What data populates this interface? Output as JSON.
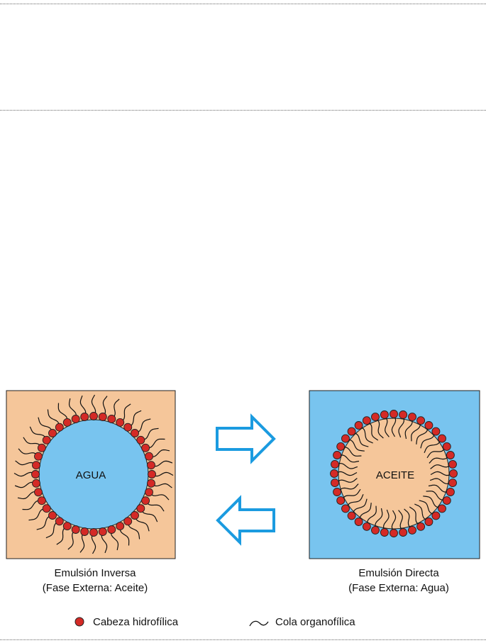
{
  "panels": {
    "inverse": {
      "label": "AGUA",
      "caption_line1": "Emulsión Inversa",
      "caption_line2": "(Fase Externa: Aceite)"
    },
    "direct": {
      "label": "ACEITE",
      "caption_line1": "Emulsión Directa",
      "caption_line2": "(Fase Externa: Agua)"
    }
  },
  "legend": {
    "head_label": "Cabeza hidrofílica",
    "tail_label": "Cola organofílica"
  },
  "colors": {
    "water": "#78c4ef",
    "oil": "#f5c69a",
    "head": "#d42a26",
    "arrow": "#1b9be0",
    "outline": "#222222"
  }
}
